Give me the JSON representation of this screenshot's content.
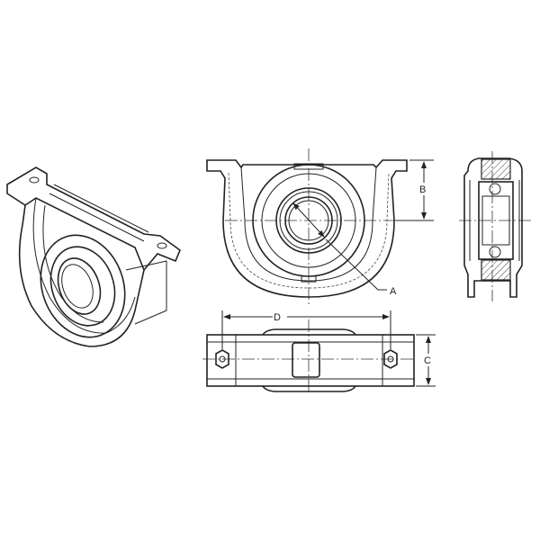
{
  "labels": {
    "a": "A",
    "b": "B",
    "c": "C",
    "d": "D"
  },
  "colors": {
    "line": "#222222",
    "background": "#ffffff"
  }
}
